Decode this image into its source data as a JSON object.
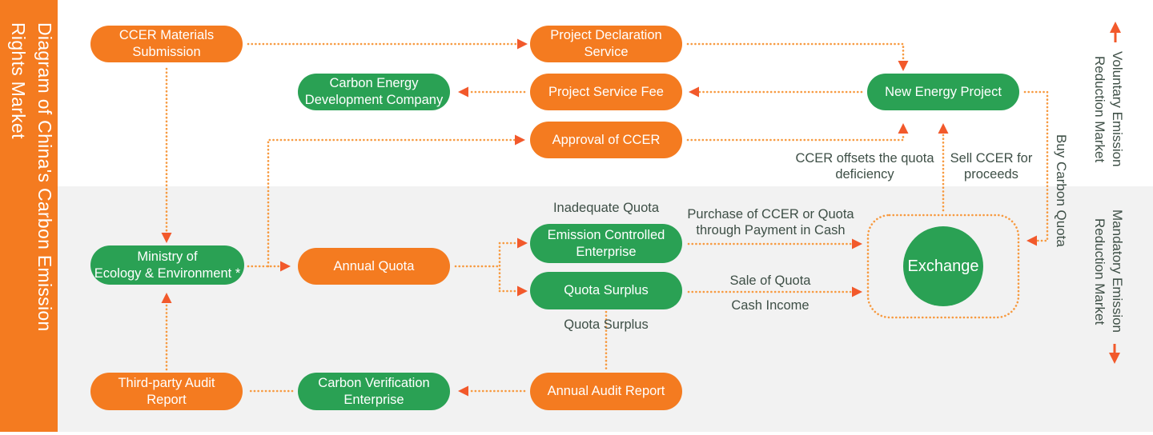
{
  "sidebar": {
    "title": "Diagram of China's Carbon Emission\nRights Market"
  },
  "nodes": {
    "ccm": {
      "label": "CCER Materials\nSubmission"
    },
    "pds": {
      "label": "Project Declaration\nService"
    },
    "cedc": {
      "label": "Carbon Energy\nDevelopment Company"
    },
    "psf": {
      "label": "Project Service Fee"
    },
    "nep": {
      "label": "New Energy Project"
    },
    "aoc": {
      "label": "Approval of CCER"
    },
    "moe": {
      "label": "Ministry of\nEcology & Environment *"
    },
    "aq": {
      "label": "Annual Quota"
    },
    "ece": {
      "label": "Emission Controlled\nEnterprise"
    },
    "qs": {
      "label": "Quota Surplus"
    },
    "tpar": {
      "label": "Third-party Audit\nReport"
    },
    "cve": {
      "label": "Carbon Verification\nEnterprise"
    },
    "aar": {
      "label": "Annual Audit Report"
    },
    "exchange": {
      "label": "Exchange"
    }
  },
  "flow_labels": {
    "inadequate_quota": "Inadequate Quota",
    "purchase": "Purchase of CCER or Quota\nthrough Payment in Cash",
    "sale_of_quota": "Sale of Quota",
    "cash_income": "Cash Income",
    "quota_surplus": "Quota Surplus",
    "ccer_offsets": "CCER offsets the quota\ndeficiency",
    "sell_ccer": "Sell CCER for\nproceeds",
    "buy_carbon_quota": "Buy Carbon Quota"
  },
  "markets": {
    "voluntary": "Voluntary Emission\nReduction Market",
    "mandatory": "Mandatory Emission\nReduction Market"
  },
  "colors": {
    "orange_node": "#f47b20",
    "green_node": "#2aa154",
    "dotted_line": "#f79a40",
    "arrowhead": "#f2592b",
    "label_text": "#3e4f46",
    "mandatory_band_bg": "#f2f2f2"
  }
}
